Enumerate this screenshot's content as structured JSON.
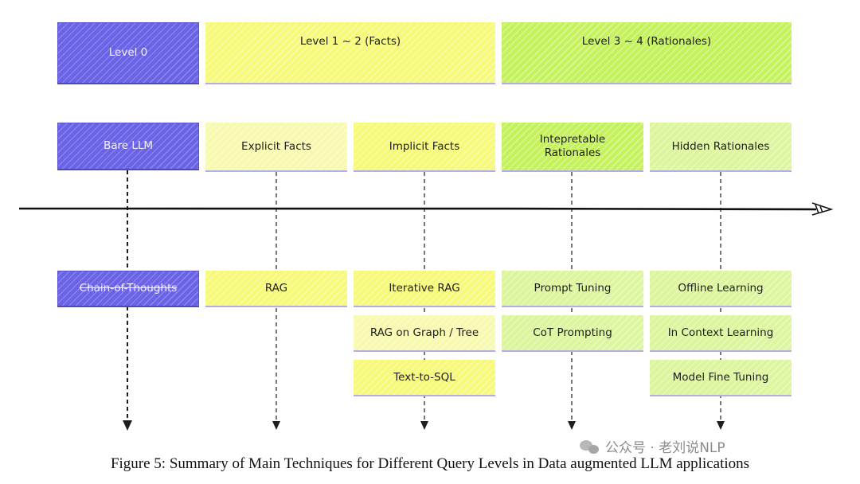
{
  "levels": {
    "level0": "Level 0",
    "level12": "Level 1 ~ 2 (Facts)",
    "level34": "Level 3 ~ 4 (Rationales)"
  },
  "categories": {
    "bare_llm": "Bare LLM",
    "explicit_facts": "Explicit Facts",
    "implicit_facts": "Implicit Facts",
    "interpretable_rationales": "Intepretable Rationales",
    "hidden_rationales": "Hidden Rationales"
  },
  "techniques": {
    "chain_of_thoughts": "Chain-of-Thoughts",
    "rag": "RAG",
    "iterative_rag": "Iterative RAG",
    "rag_graph_tree": "RAG on Graph / Tree",
    "text_to_sql": "Text-to-SQL",
    "prompt_tuning": "Prompt Tuning",
    "cot_prompting": "CoT Prompting",
    "offline_learning": "Offline Learning",
    "in_context_learning": "In Context Learning",
    "model_fine_tuning": "Model Fine Tuning"
  },
  "caption": "Figure 5: Summary of Main Techniques for Different Query Levels in Data augmented LLM applications",
  "watermark": "公众号 · 老刘说NLP",
  "colors": {
    "level0": "#6a63e6",
    "facts": "#f7f979",
    "rationales": "#c5f25c",
    "axis": "#111111"
  }
}
